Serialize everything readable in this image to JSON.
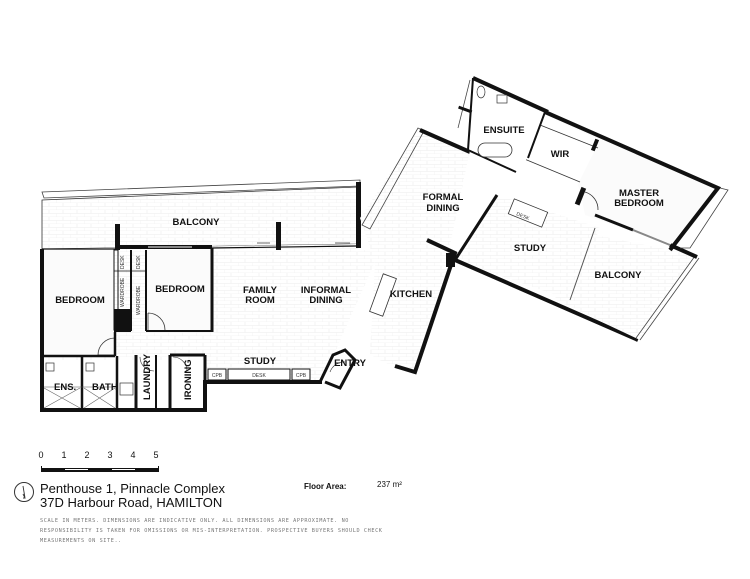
{
  "plan": {
    "rooms": {
      "balcony_west": "BALCONY",
      "bedroom_1": "BEDROOM",
      "bedroom_2": "BEDROOM",
      "family_room_l1": "FAMILY",
      "family_room_l2": "ROOM",
      "informal_dining_l1": "INFORMAL",
      "informal_dining_l2": "DINING",
      "kitchen": "KITCHEN",
      "formal_dining_l1": "FORMAL",
      "formal_dining_l2": "DINING",
      "ensuite": "ENSUITE",
      "wir": "WIR",
      "master_bedroom_l1": "MASTER",
      "master_bedroom_l2": "BEDROOM",
      "study_east": "STUDY",
      "balcony_east": "BALCONY",
      "study_west": "STUDY",
      "entry": "ENTRY",
      "ens": "ENS.",
      "bath": "BATH",
      "laundry": "LAUNDRY",
      "ironing": "IRONING"
    },
    "fixtures": {
      "desk_1": "DESK",
      "desk_2": "DESK",
      "wardrobe_1": "WARDROBE",
      "wardrobe_2": "WARDROBE",
      "cpb_1": "CPB",
      "cpb_2": "CPB",
      "study_desk": "DESK",
      "study_east_desk": "DESK"
    }
  },
  "footer": {
    "scale_ticks": [
      "0",
      "1",
      "2",
      "3",
      "4",
      "5"
    ],
    "title_line1": "Penthouse 1, Pinnacle Complex",
    "title_line2": "37D Harbour Road, HAMILTON",
    "floor_area_label": "Floor Area:",
    "floor_area_value": "237 m²",
    "disclaimer": "Scale in meters. Dimensions are indicative only. All dimensions are approximate. No responsibility is taken for omissions or mis-interpretation. Prospective buyers should check measurements on site.."
  }
}
